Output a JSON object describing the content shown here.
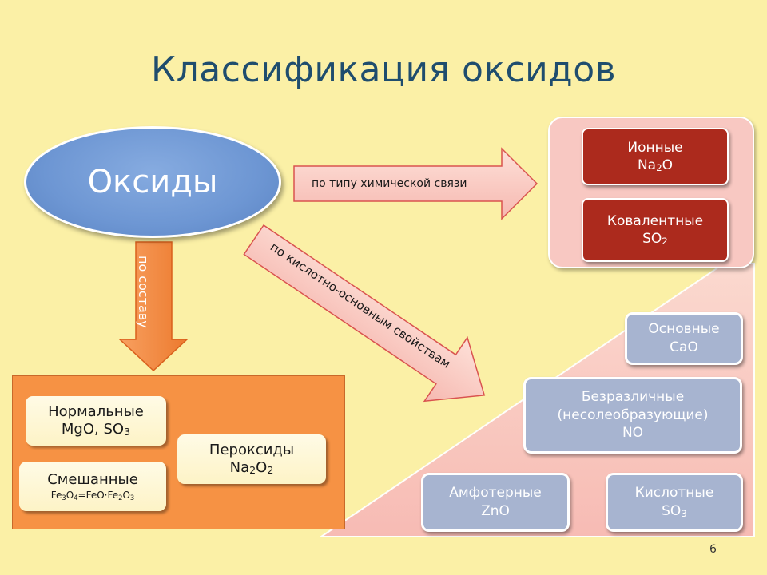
{
  "title": "Классификация оксидов",
  "root": "Оксиды",
  "arrows": {
    "bond_type": "по типу химической связи",
    "composition": "по составу",
    "acid_base": "по кислотно-основным свойствам"
  },
  "composition": {
    "normal": {
      "name": "Нормальные",
      "formula_a": "MgO, SO",
      "formula_a_sub": "3"
    },
    "mixed": {
      "name": "Смешанные",
      "f1": "Fe",
      "f1s": "3",
      "f2": "O",
      "f2s": "4",
      "f3": "=FeO·Fe",
      "f3s": "2",
      "f4": "O",
      "f4s": "3"
    },
    "peroxides": {
      "name": "Пероксиды",
      "f1": "Na",
      "f1s": "2",
      "f2": "O",
      "f2s": "2"
    }
  },
  "bond": {
    "ionic": {
      "name": "Ионные",
      "f1": "Na",
      "f1s": "2",
      "f2": "O"
    },
    "covalent": {
      "name": "Ковалентные",
      "f1": "SO",
      "f1s": "2"
    }
  },
  "acid_base": {
    "basic": {
      "name": "Основные",
      "formula": "CaO"
    },
    "indifferent": {
      "name": "Безразличные",
      "note": "(несолеобразующие)",
      "formula": "NO"
    },
    "amphoteric": {
      "name": "Амфотерные",
      "formula": "ZnO"
    },
    "acidic": {
      "name": "Кислотные",
      "f1": "SO",
      "f1s": "3"
    }
  },
  "page_number": "6",
  "colors": {
    "background": "#fbf0a6",
    "title": "#1f4d6e",
    "oval": "#6d96d3",
    "orange": "#f69244",
    "red": "#ac2a1d",
    "blue_gray": "#a7b4d0",
    "pink": "#f8c8c2"
  }
}
